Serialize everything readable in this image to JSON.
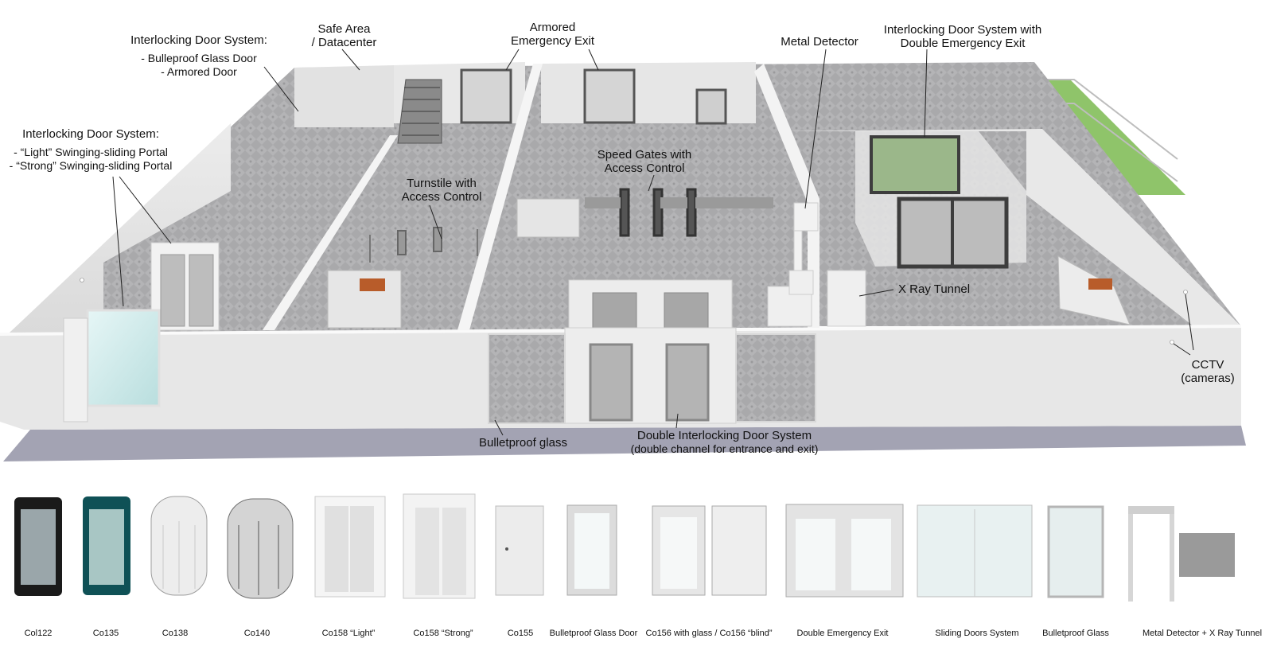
{
  "callouts": {
    "interlock_top": {
      "title": "Interlocking Door System:",
      "line1": "- Bulleproof Glass Door",
      "line2": "- Armored Door"
    },
    "safe_area": {
      "line1": "Safe Area",
      "line2": "/ Datacenter"
    },
    "armored_exit": {
      "line1": "Armored",
      "line2": "Emergency Exit"
    },
    "metal_detector": "Metal Detector",
    "interlock_double_exit": {
      "line1": "Interlocking Door System with",
      "line2": "Double Emergency Exit"
    },
    "interlock_portal": {
      "title": "Interlocking Door System:",
      "line1": "- “Light” Swinging-sliding Portal",
      "line2": "- “Strong” Swinging-sliding Portal"
    },
    "turnstile": {
      "line1": "Turnstile with",
      "line2": "Access Control"
    },
    "speed_gates": {
      "line1": "Speed Gates with",
      "line2": "Access Control"
    },
    "xray": "X Ray Tunnel",
    "cctv": {
      "line1": "CCTV",
      "line2": "(cameras)"
    },
    "bulletproof_glass": "Bulletproof glass",
    "double_interlock": {
      "line1": "Double Interlocking Door System",
      "line2": "(double channel for entrance and exit)"
    }
  },
  "products": [
    {
      "label": "Col122"
    },
    {
      "label": "Co135"
    },
    {
      "label": "Co138"
    },
    {
      "label": "Co140"
    },
    {
      "label": "Co158 “Light”"
    },
    {
      "label": "Co158 “Strong”"
    },
    {
      "label": "Co155"
    },
    {
      "label": "Bulletproof Glass Door"
    },
    {
      "label": "Co156 with glass / Co156 “blind”"
    },
    {
      "label": "Double Emergency Exit"
    },
    {
      "label": "Sliding Doors System"
    },
    {
      "label": "Bulletproof Glass"
    },
    {
      "label": "Metal Detector + X Ray Tunnel"
    }
  ],
  "colors": {
    "floor": "#a8a8a8",
    "wall": "#e4e4e4",
    "wall_top": "#f6f6f6",
    "base": "#a3a3b3",
    "grass": "#8fc46a",
    "door_frame": "#555555",
    "glass": "#cfe9ea"
  }
}
